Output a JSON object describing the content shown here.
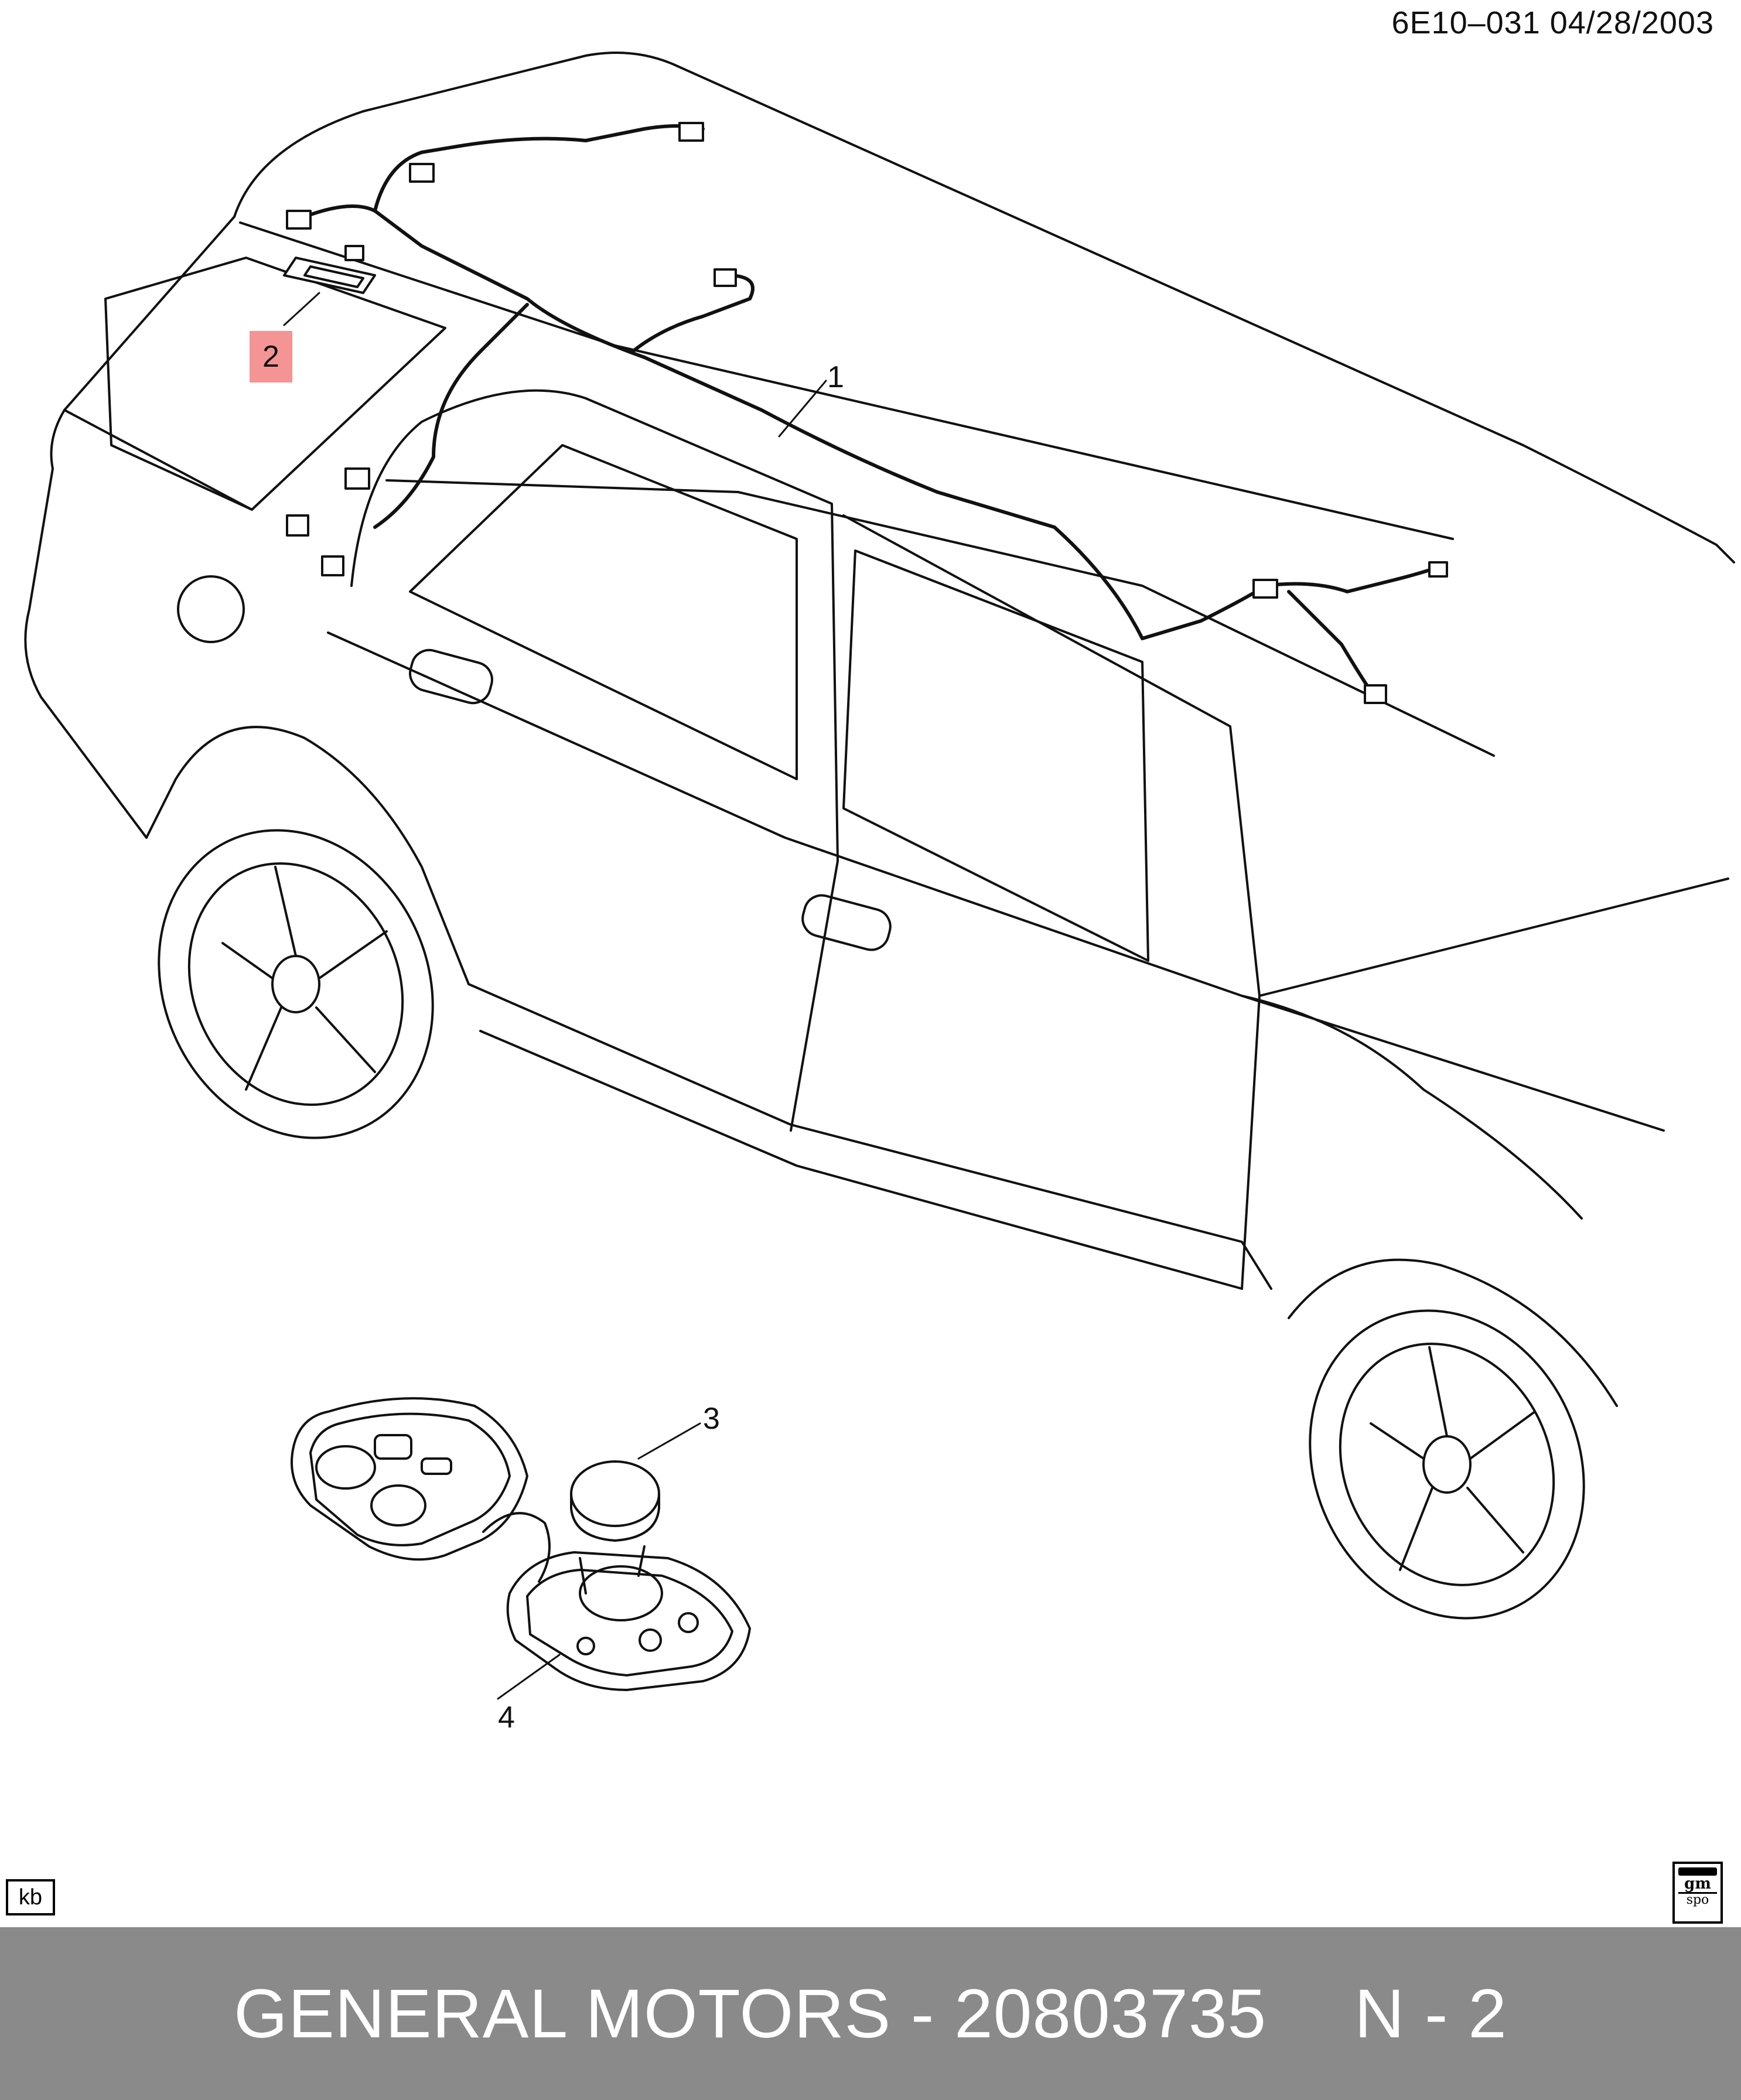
{
  "header": {
    "ref": "6E10–031  04/28/2003"
  },
  "callouts": [
    {
      "id": "1",
      "label": "1"
    },
    {
      "id": "2",
      "label": "2",
      "highlight": "#f49494"
    },
    {
      "id": "3",
      "label": "3"
    },
    {
      "id": "4",
      "label": "4"
    }
  ],
  "badges": {
    "kb": "kb",
    "logo_line1": "gm",
    "logo_line2": "spo"
  },
  "footer": {
    "text": "GENERAL MOTORS - 20803735",
    "page": "N - 2",
    "background": "#8a8a8a"
  }
}
